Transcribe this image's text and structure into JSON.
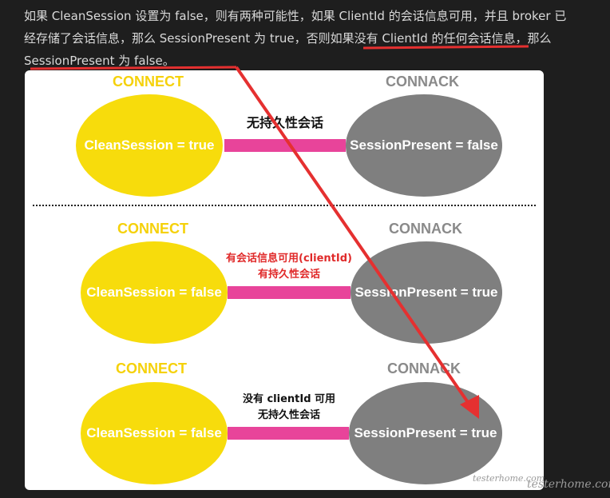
{
  "paragraph": {
    "part1": "如果 CleanSession 设置为 false，则有两种可能性，如果 ClientId 的会话信息可用，并且 broker 已经存储了会话信息，那么 SessionPresent 为 true，",
    "part2": "否则如果没有 ClientId 的任何会话信息，那么 SessionPresent 为 false。"
  },
  "rows": [
    {
      "connect_label": "CONNECT",
      "connack_label": "CONNACK",
      "left_text": "CleanSession = true",
      "right_text": "SessionPresent = false",
      "middle_lines": [
        "无持久性会话"
      ]
    },
    {
      "connect_label": "CONNECT",
      "connack_label": "CONNACK",
      "left_text": "CleanSession = false",
      "right_text": "SessionPresent = true",
      "middle_lines": [
        "有会话信息可用(clientId)",
        "有持久性会话"
      ]
    },
    {
      "connect_label": "CONNECT",
      "connack_label": "CONNACK",
      "left_text": "CleanSession = false",
      "right_text": "SessionPresent = true",
      "middle_lines": [
        "没有 clientId 可用",
        "无持久性会话"
      ]
    }
  ],
  "watermark": "testerhome.com",
  "colors": {
    "connect": "#f7dc0c",
    "connack": "#7f7f7f",
    "bar": "#e8449a",
    "highlight_red": "#e02a2a",
    "annotation": "#e53030"
  }
}
